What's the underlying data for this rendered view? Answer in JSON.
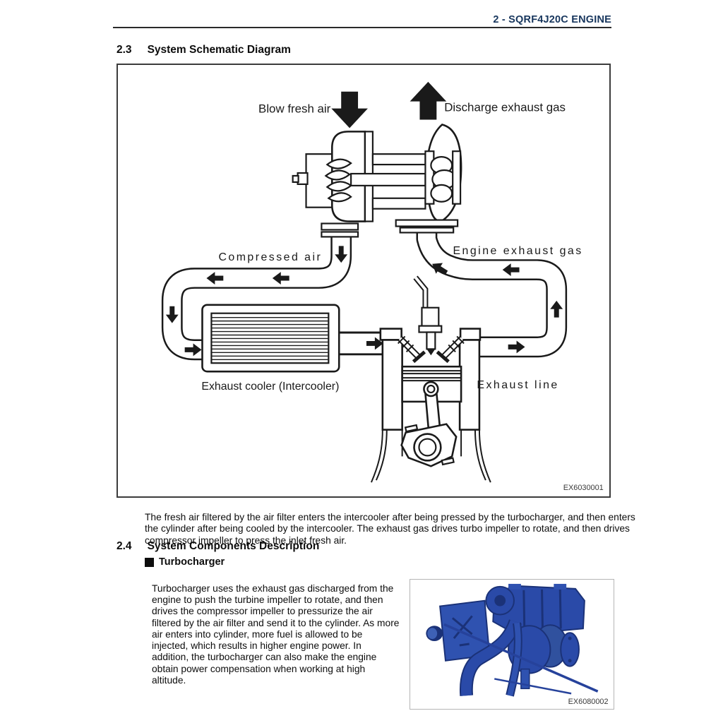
{
  "header": {
    "title": "2 - SQRF4J20C ENGINE"
  },
  "sections": {
    "s23": {
      "number": "2.3",
      "title": "System Schematic Diagram"
    },
    "s24": {
      "number": "2.4",
      "title": "System Components Description"
    }
  },
  "schematic": {
    "labels": {
      "blow_fresh_air": "Blow fresh air",
      "discharge_exhaust_gas": "Discharge exhaust gas",
      "compressed_air": "Compressed air",
      "engine_exhaust_gas": "Engine exhaust gas",
      "exhaust_cooler": "Exhaust cooler (Intercooler)",
      "exhaust_line": "Exhaust line"
    },
    "figure_code": "EX6030001",
    "description": "The fresh air filtered by the air filter enters the intercooler after being pressed by the turbocharger, and then enters the cylinder after being cooled by the intercooler. The exhaust gas drives turbo impeller to rotate, and then drives compressor impeller to press the inlet fresh air."
  },
  "components": {
    "subsection_title": "Turbocharger",
    "body": "Turbocharger uses the exhaust gas discharged from the engine to push the turbine impeller to rotate, and then drives the compressor impeller to pressurize the air filtered by the air filter and send it to the cylinder. As more air enters into cylinder, more fuel is allowed to be injected, which results in higher engine power. In addition, the turbocharger can also make the engine obtain power compensation when working at high altitude.",
    "figure_code": "EX6080002"
  },
  "colors": {
    "header_blue": "#17365D",
    "diagram_ink": "#1a1a1a",
    "turbo_blue": "#2a4aa8",
    "turbo_blue_dark": "#1b3278",
    "turbo_blue_light": "#3e61b5"
  }
}
